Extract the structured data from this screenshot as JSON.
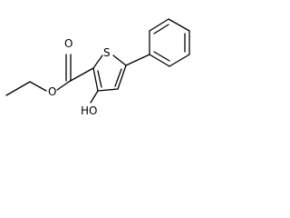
{
  "molecule": {
    "atom_labels": {
      "ester_oxygen_carbonyl": "O",
      "ester_oxygen_single": "O",
      "thiophene_sulfur": "S",
      "hydroxyl": "HO"
    },
    "colors": {
      "bonds": "#000000",
      "labels": "#000000",
      "background": "#ffffff"
    }
  }
}
